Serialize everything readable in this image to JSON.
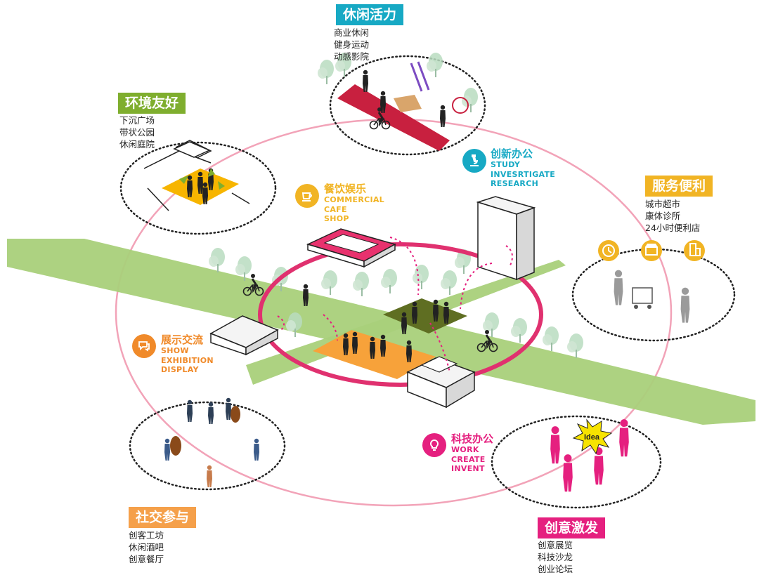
{
  "categories": {
    "leisure": {
      "title": "休闲活力",
      "items": [
        "商业休闲",
        "健身运动",
        "动感影院"
      ],
      "color": "#17a9c4"
    },
    "environment": {
      "title": "环境友好",
      "items": [
        "下沉广场",
        "带状公园",
        "休闲庭院"
      ],
      "color": "#7fae2e"
    },
    "service": {
      "title": "服务便利",
      "items": [
        "城市超市",
        "康体诊所",
        "24小时便利店"
      ],
      "color": "#f1b424"
    },
    "social": {
      "title": "社交参与",
      "items": [
        "创客工坊",
        "休闲酒吧",
        "创意餐厅"
      ],
      "color": "#f5a04a"
    },
    "creative": {
      "title": "创意激发",
      "items": [
        "创意展览",
        "科技沙龙",
        "创业论坛"
      ],
      "color": "#e5207f"
    }
  },
  "functions": {
    "innovation": {
      "zh": "创新办公",
      "en": [
        "STUDY",
        "INVESRTIGATE",
        "RESEARCH"
      ],
      "color": "#17a9c4",
      "icon": "microscope-icon"
    },
    "dining": {
      "zh": "餐饮娱乐",
      "en": [
        "COMMERCIAL",
        "CAFE",
        "SHOP"
      ],
      "color": "#f1b424",
      "icon": "coffee-cup-icon"
    },
    "exhibit": {
      "zh": "展示交流",
      "en": [
        "SHOW",
        "EXHIBITION",
        "DISPLAY"
      ],
      "color": "#f08a2a",
      "icon": "chat-bubble-icon"
    },
    "tech": {
      "zh": "科技办公",
      "en": [
        "WORK",
        "CREATE",
        "INVENT"
      ],
      "color": "#e5207f",
      "icon": "lightbulb-icon"
    }
  },
  "idea_label": "Idea",
  "colors": {
    "ring": "#e0316f",
    "orbit": "#f2a3b8",
    "green_strip": "#a9d07a",
    "lawn": "#5f6e22",
    "plaza": "#f7a23a"
  }
}
